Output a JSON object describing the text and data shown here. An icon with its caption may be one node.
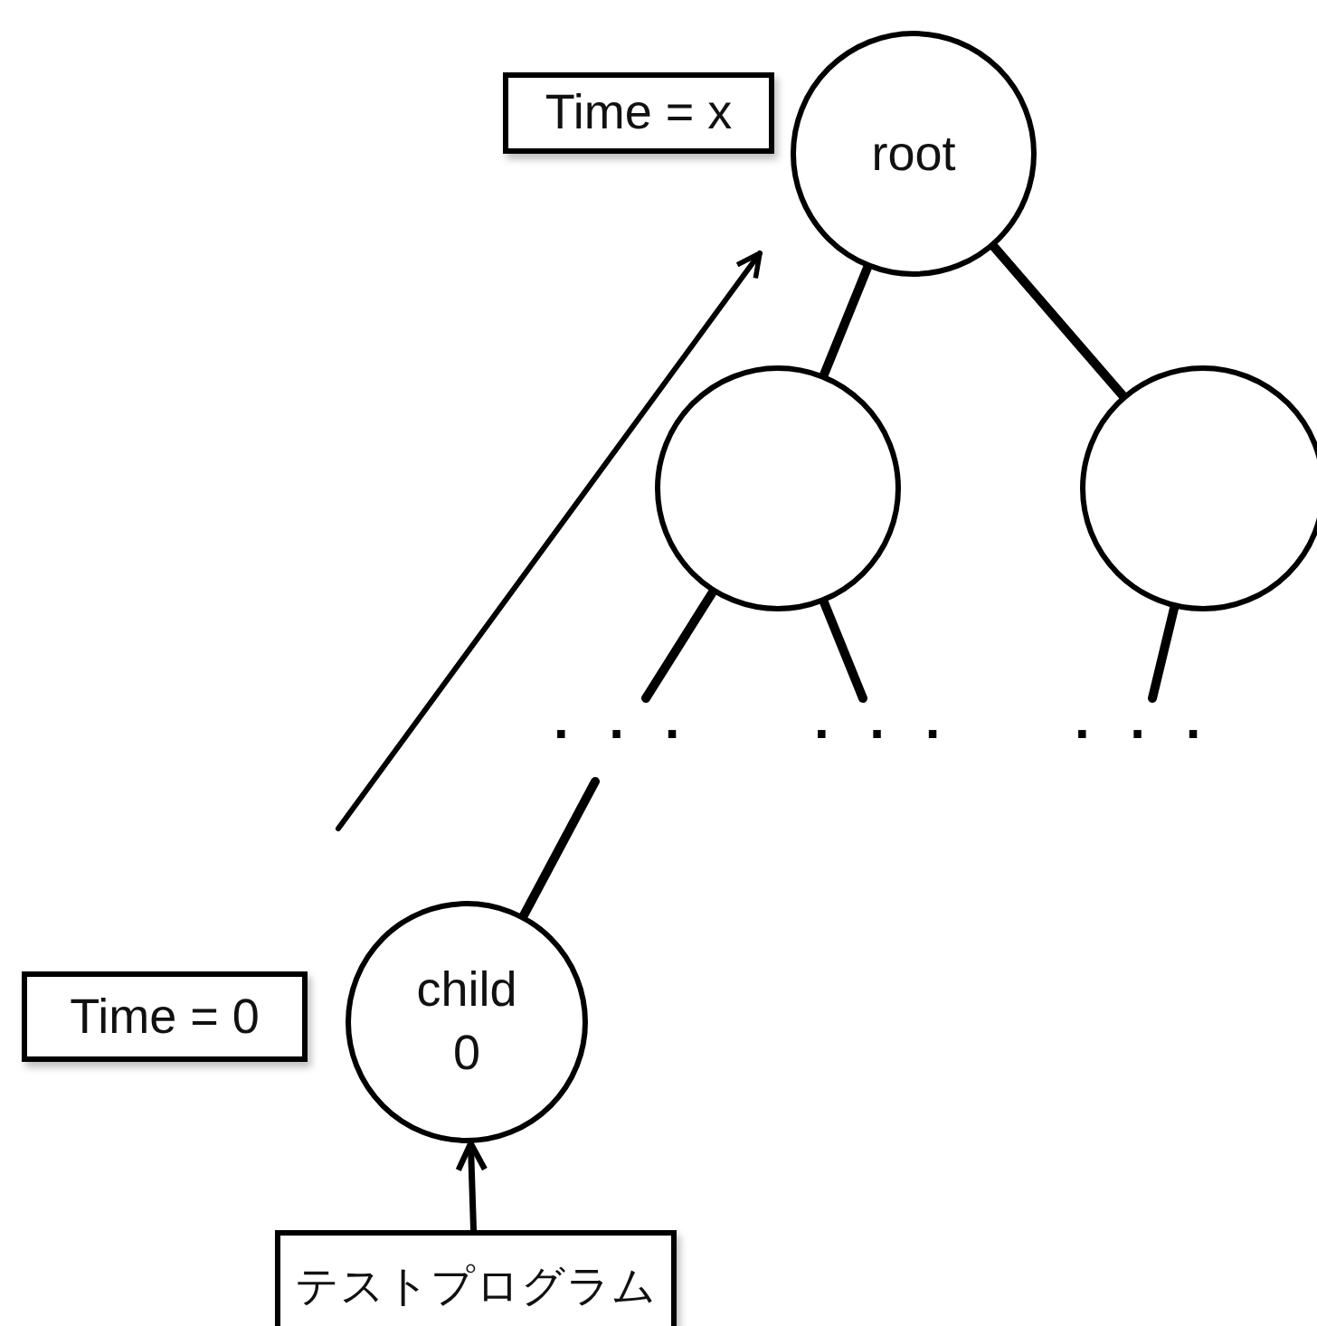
{
  "diagram": {
    "nodes": [
      {
        "text": [
          "Time = x"
        ]
      },
      {
        "text": [
          "root"
        ]
      },
      {
        "text": [],
        "shape": "circle"
      },
      {
        "text": [],
        "shape": "circle"
      },
      {
        "text": [
          "child 0"
        ]
      },
      {
        "text": [
          "Time = 0"
        ]
      },
      {
        "text": [
          "テストプログラム"
        ]
      }
    ],
    "edges": [
      {
        "from": 1,
        "to": 2,
        "arrow": "none"
      },
      {
        "from": 1,
        "to": 3,
        "arrow": "none"
      },
      {
        "from": 2,
        "to": null,
        "arrow": "none"
      },
      {
        "from": 2,
        "to": null,
        "arrow": "none"
      },
      {
        "from": 3,
        "to": null,
        "arrow": "none"
      },
      {
        "from": null,
        "to": 4,
        "arrow": "none"
      },
      {
        "from": 6,
        "to": 4,
        "arrow": "to"
      }
    ],
    "labels": [
      ". . .",
      ". . .",
      ". . ."
    ]
  }
}
